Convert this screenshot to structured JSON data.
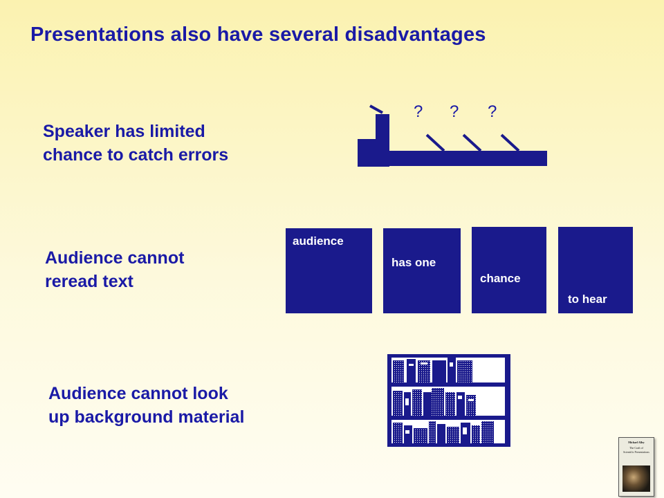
{
  "slide": {
    "title": "Presentations also have several disadvantages",
    "points": [
      {
        "line1": "Speaker has limited",
        "line2": "chance to catch errors"
      },
      {
        "line1": "Audience cannot",
        "line2": "reread text"
      },
      {
        "line1": "Audience cannot look",
        "line2": "up background material"
      }
    ]
  },
  "errors_graphic": {
    "question_marks": [
      "?",
      "?",
      "?"
    ],
    "color": "#1a1a8c"
  },
  "word_boxes": [
    "audience",
    "has one",
    "chance",
    "to hear"
  ],
  "book_cover": {
    "author": "Michael Alley",
    "title_line1": "The Craft of",
    "title_line2": "Scientific Presentations"
  },
  "colors": {
    "text": "#1a1aa6",
    "shape": "#1a1a8c",
    "background_top": "#fbf2b0",
    "background_bottom": "#fffdf2"
  }
}
